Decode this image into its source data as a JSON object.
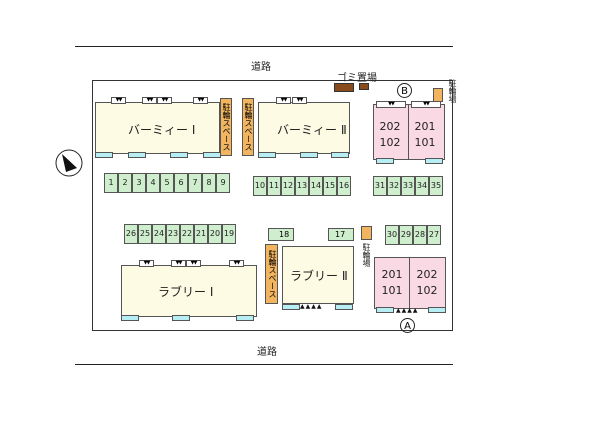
{
  "roads": {
    "top": "道路",
    "bottom": "道路"
  },
  "garbage": {
    "label": "ゴミ置場"
  },
  "bicycle": {
    "label": "駐輪スペース",
    "parking_label": "駐輪場"
  },
  "buildings": {
    "berry1": "バーミィー Ⅰ",
    "berry2": "バーミィー Ⅱ",
    "lovely1": "ラブリー Ⅰ",
    "lovely2": "ラブリー Ⅱ",
    "b_units": [
      "202",
      "201",
      "102",
      "101"
    ],
    "a_units": [
      "201",
      "202",
      "101",
      "102"
    ]
  },
  "markers": {
    "a": "A",
    "b": "B"
  },
  "parking": {
    "row1": [
      "1",
      "2",
      "3",
      "4",
      "5",
      "6",
      "7",
      "8",
      "9"
    ],
    "row2": [
      "10",
      "11",
      "12",
      "13",
      "14",
      "15",
      "16"
    ],
    "row3": [
      "31",
      "32",
      "33",
      "34",
      "35"
    ],
    "row4": [
      "26",
      "25",
      "24",
      "23",
      "22",
      "21",
      "20",
      "19"
    ],
    "single18": "18",
    "single17": "17",
    "row5": [
      "30",
      "29",
      "28",
      "27"
    ]
  },
  "door_mark": "▼▼",
  "entry_mark": "▲▲▲▲"
}
